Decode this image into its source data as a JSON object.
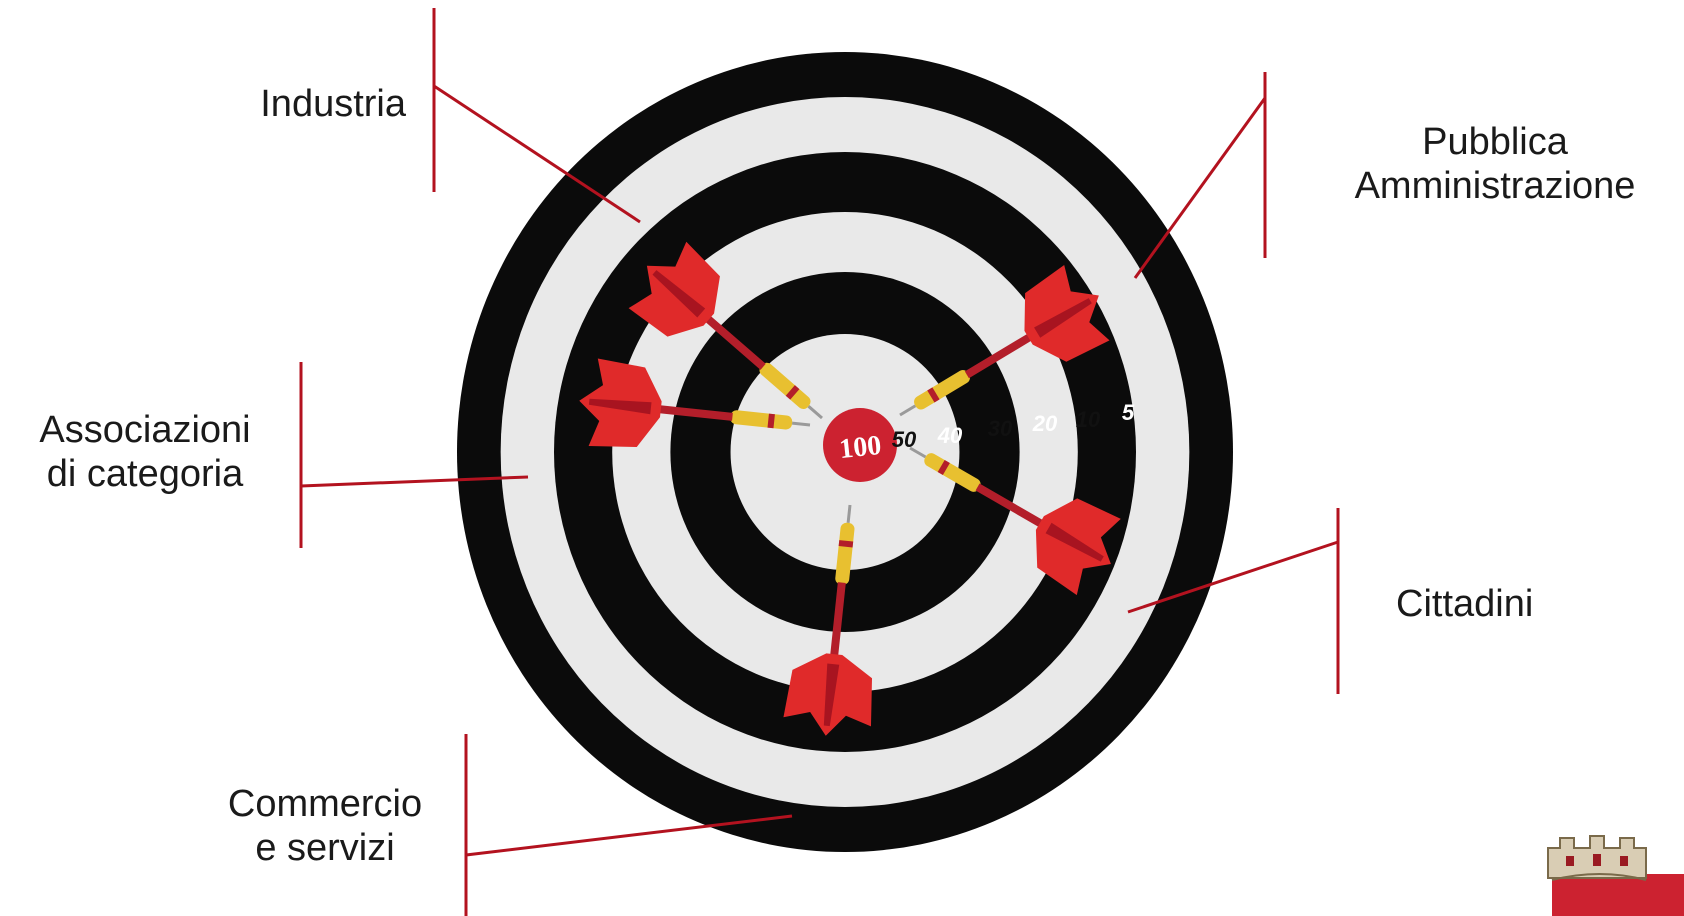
{
  "labels": {
    "industria": "Industria",
    "pa_line1": "Pubblica",
    "pa_line2": "Amministrazione",
    "assoc_line1": "Associazioni",
    "assoc_line2": "di categoria",
    "cittadini": "Cittadini",
    "comm_line1": "Commercio",
    "comm_line2": "e servizi"
  },
  "target": {
    "bullseye": "100",
    "scores": [
      "50",
      "40",
      "30",
      "20",
      "10",
      "5"
    ]
  },
  "colors": {
    "ring_dark": "#0b0b0b",
    "ring_light": "#e9e9e9",
    "bullseye": "#cc2230",
    "callout_line": "#b3121f",
    "dart_flight": "#e02a2a",
    "dart_shaft_gold": "#e8c030",
    "dart_shaft_red": "#b31e2a"
  },
  "logo": "crest-icon"
}
